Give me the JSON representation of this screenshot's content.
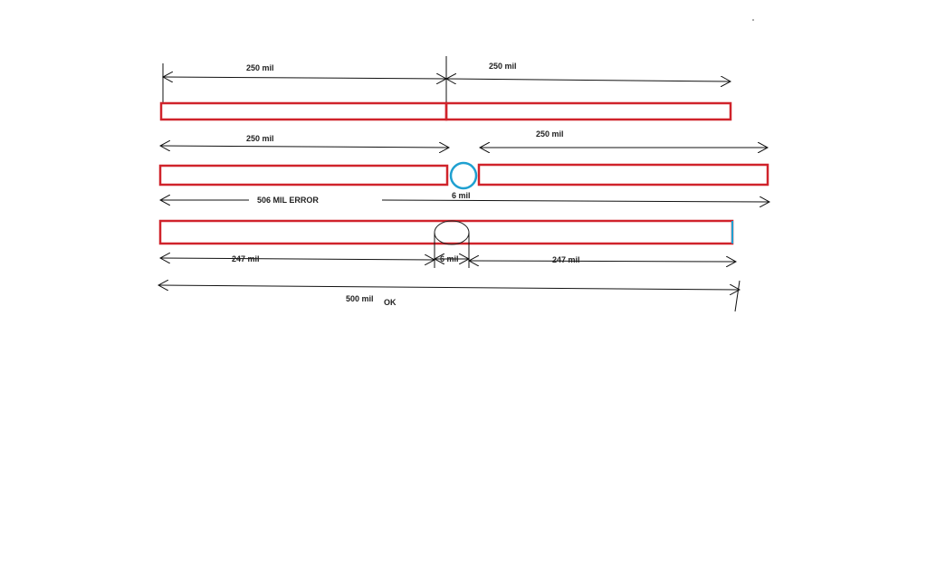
{
  "row1": {
    "left_label": "250 mil",
    "right_label": "250 mil"
  },
  "row2": {
    "left_label": "250 mil",
    "right_label": "250 mil",
    "gap_label": "6 mil",
    "total_label": "506 MIL ERROR"
  },
  "row3": {
    "left_label": "247 mil",
    "gap_label": "6 mil",
    "right_label": "247 mil",
    "total_label": "500 mil",
    "status_label": "OK"
  },
  "colors": {
    "trace": "#d0232b",
    "via": "#1fa0d0",
    "dimension": "#111111"
  }
}
